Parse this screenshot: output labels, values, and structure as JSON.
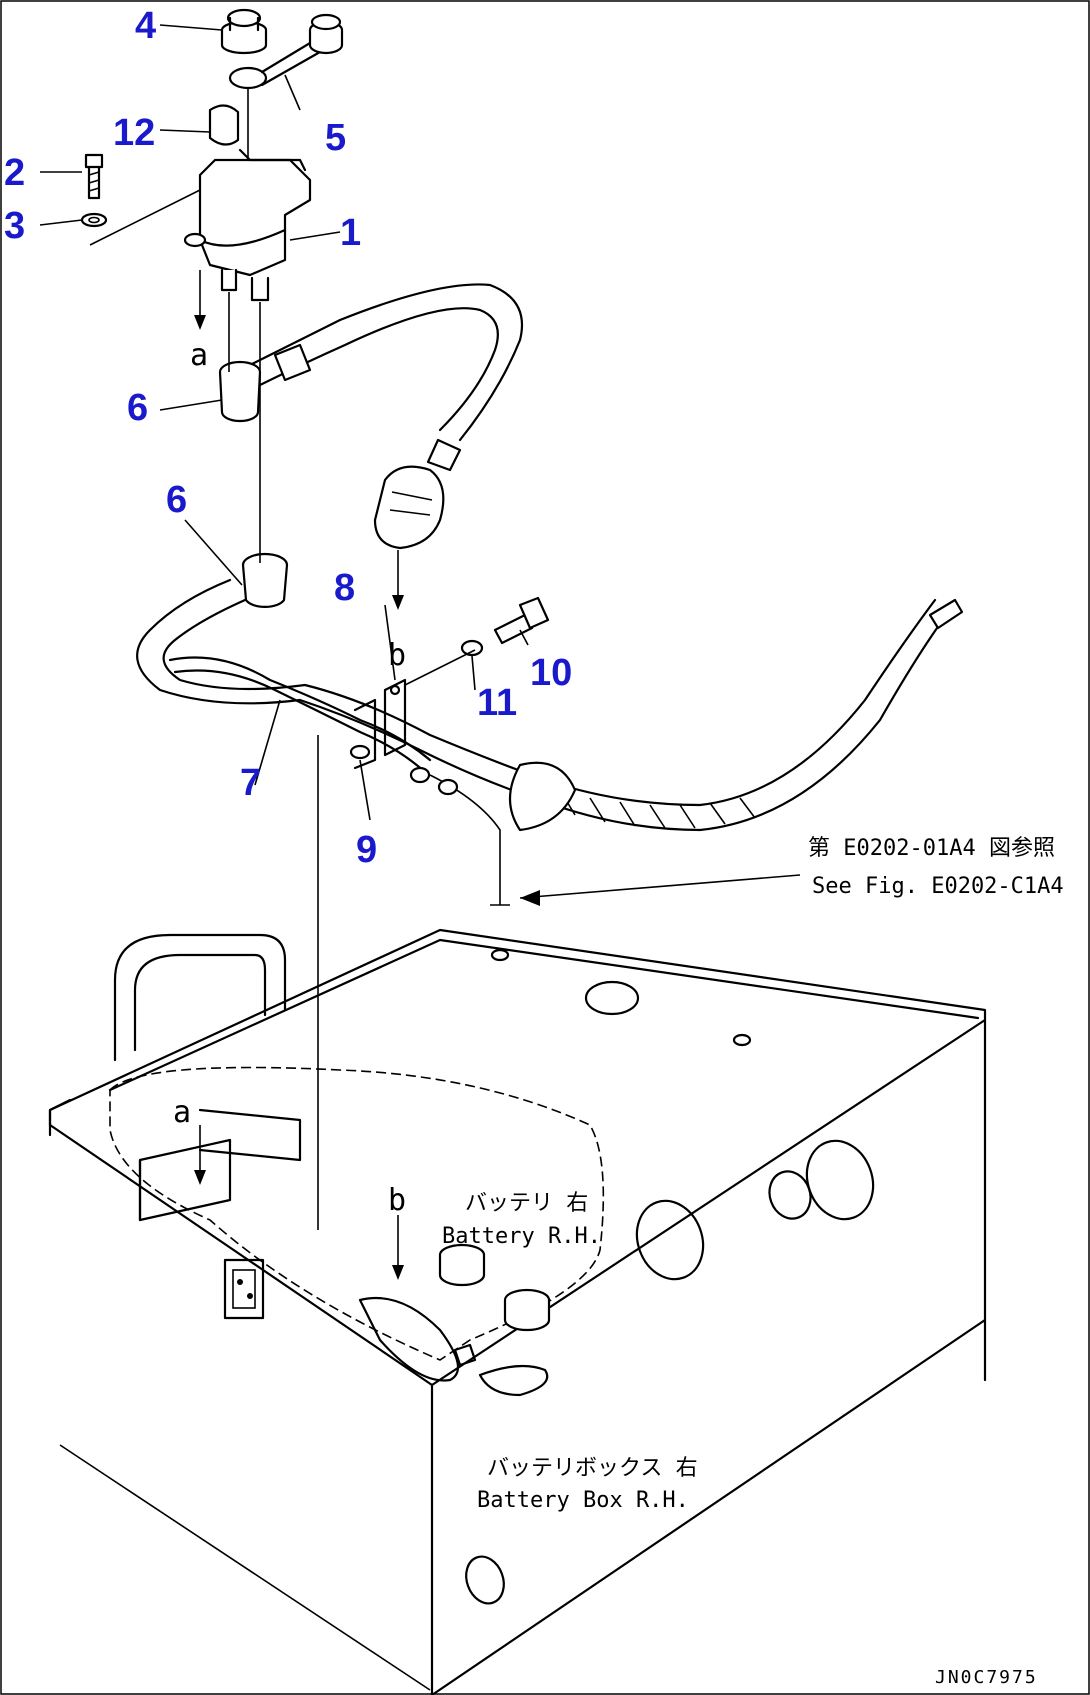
{
  "callouts": {
    "n1": "1",
    "n2": "2",
    "n3": "3",
    "n4": "4",
    "n5": "5",
    "n6a": "6",
    "n6b": "6",
    "n7": "7",
    "n8": "8",
    "n9": "9",
    "n10": "10",
    "n11": "11",
    "n12": "12"
  },
  "markers": {
    "a_top": "a",
    "b_top": "b",
    "a_bottom": "a",
    "b_bottom": "b"
  },
  "notes": {
    "see_fig_jp": "第 E0202-01A4  図参照",
    "see_fig_en": "See Fig. E0202-C1A4",
    "battery_rh_jp": "バッテリ 右",
    "battery_rh_en": "Battery R.H.",
    "battery_box_jp": "バッテリボックス 右",
    "battery_box_en": "Battery Box R.H."
  },
  "drawing_code": "JN0C7975",
  "colors": {
    "callout": "#1a1acc",
    "line": "#000000",
    "background": "#ffffff"
  }
}
